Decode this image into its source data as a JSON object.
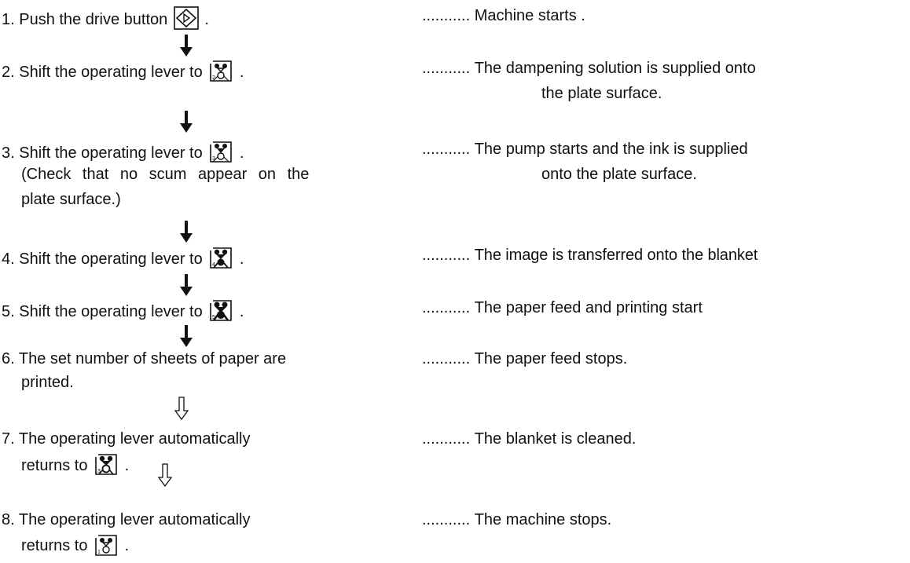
{
  "steps": [
    {
      "lines": [
        "1. Push the drive button",
        "."
      ],
      "icon": "drive-button-icon",
      "result": [
        "Machine starts ."
      ]
    },
    {
      "lines": [
        "2. Shift the operating lever to",
        "."
      ],
      "icon": "lever-position-2-icon",
      "icon_digit": "2",
      "result": [
        "The dampening solution is supplied onto",
        "the plate surface."
      ]
    },
    {
      "lines": [
        "3. Shift the operating lever to",
        ".",
        "(Check that no scum appear on the",
        "plate surface.)"
      ],
      "icon": "lever-position-3-icon",
      "icon_digit": "3",
      "result": [
        "The pump starts and the ink is supplied",
        "onto the plate surface."
      ]
    },
    {
      "lines": [
        "4. Shift the operating lever to",
        "."
      ],
      "icon": "lever-position-4-icon",
      "icon_digit": "4",
      "result": [
        "The image is transferred onto the blanket"
      ]
    },
    {
      "lines": [
        "5. Shift the operating lever to",
        "."
      ],
      "icon": "lever-position-5-icon",
      "icon_digit": "5",
      "result": [
        "The paper feed and printing start"
      ]
    },
    {
      "lines": [
        "6. The set number of sheets of paper are",
        "printed."
      ],
      "result": [
        "The paper feed stops."
      ]
    },
    {
      "lines": [
        "7. The operating lever automatically",
        "returns to",
        "."
      ],
      "icon": "lever-position-3-icon",
      "icon_digit": "3",
      "result": [
        "The blanket is cleaned."
      ]
    },
    {
      "lines": [
        "8. The operating lever automatically",
        "returns to",
        "."
      ],
      "icon": "lever-position-1-icon",
      "icon_digit": "1",
      "result": [
        "The machine stops."
      ]
    }
  ],
  "leader": "..........."
}
